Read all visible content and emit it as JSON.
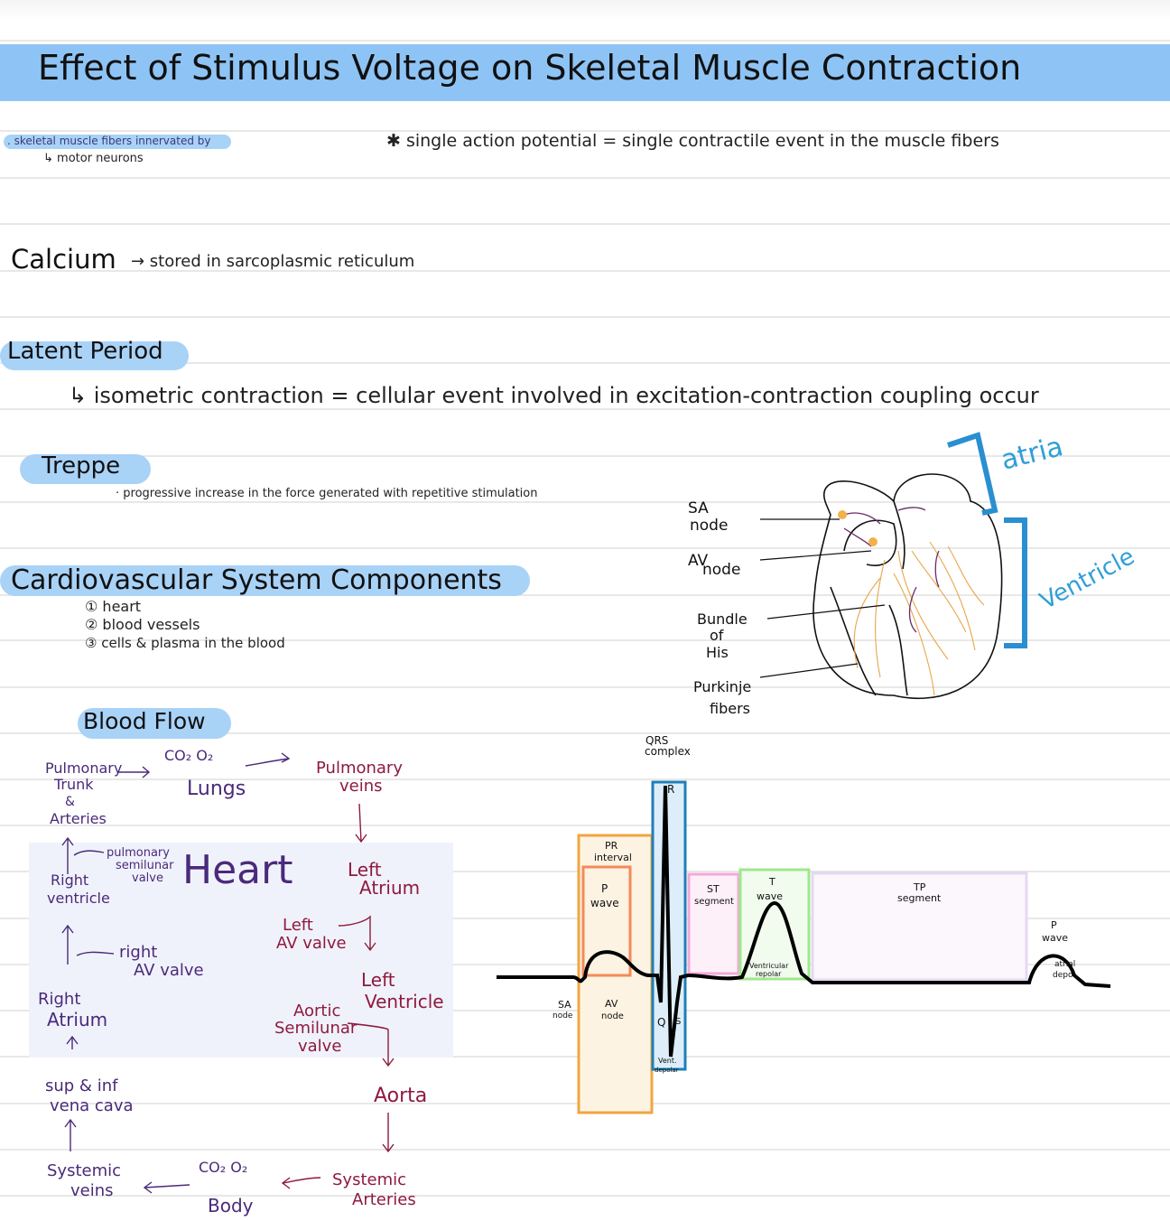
{
  "title": "Effect of Stimulus Voltage on Skeletal Muscle Contraction",
  "notes": {
    "skeletal_line1": ". skeletal muscle fibers innervated by",
    "skeletal_line2": "↳ motor neurons",
    "single_ap": "✱ single action potential = single contractile event in the muscle fibers",
    "calcium_head": "Calcium",
    "calcium_text": "→ stored in sarcoplasmic reticulum",
    "latent_head": "Latent Period",
    "latent_text": "↳ isometric contraction = cellular event involved in excitation-contraction coupling occur",
    "treppe_head": "Treppe",
    "treppe_text": "· progressive increase in the force generated with repetitive stimulation",
    "cv_head": "Cardiovascular System Components",
    "cv_items": [
      "① heart",
      "② blood vessels",
      "③ cells & plasma in the blood"
    ]
  },
  "heart_diagram": {
    "sa_node": [
      "SA",
      "node"
    ],
    "av_node": [
      "AV",
      "node"
    ],
    "bundle": [
      "Bundle",
      "of",
      "His"
    ],
    "purkinje": [
      "Purkinje",
      "fibers"
    ],
    "atria": "atria",
    "ventricle": "Ventricle"
  },
  "blood_flow": {
    "heading": "Blood Flow",
    "heart_label": "Heart",
    "pulm_trunk": [
      "Pulmonary",
      "Trunk",
      "&",
      "Arteries"
    ],
    "co2_o2_top": "CO₂  O₂",
    "lungs": "Lungs",
    "pulm_veins": [
      "Pulmonary",
      "veins"
    ],
    "pulm_valve": [
      "pulmonary",
      "semilunar",
      "valve"
    ],
    "right_ventricle": [
      "Right",
      "ventricle"
    ],
    "left_atrium": [
      "Left",
      "Atrium"
    ],
    "left_av": [
      "Left",
      "AV valve"
    ],
    "right_av": [
      "right",
      "AV valve"
    ],
    "right_atrium": [
      "Right",
      "Atrium"
    ],
    "left_ventricle": [
      "Left",
      "Ventricle"
    ],
    "aortic_valve": [
      "Aortic",
      "Semilunar",
      "valve"
    ],
    "aorta": "Aorta",
    "vena_cava": [
      "sup & inf",
      "vena cava"
    ],
    "systemic_veins": [
      "Systemic",
      "veins"
    ],
    "co2_o2_bottom": "CO₂  O₂",
    "body": "Body",
    "systemic_arteries": [
      "Systemic",
      "Arteries"
    ]
  },
  "ecg": {
    "qrs": [
      "QRS",
      "complex"
    ],
    "pr": [
      "PR",
      "interval"
    ],
    "p_wave": [
      "P",
      "wave"
    ],
    "st": [
      "ST",
      "segment"
    ],
    "t_wave": [
      "T",
      "wave"
    ],
    "tp": [
      "TP",
      "segment"
    ],
    "p_wave2": [
      "P",
      "wave"
    ],
    "sa_node": [
      "SA",
      "node"
    ],
    "av_node": [
      "AV",
      "node"
    ],
    "vent_repolar": [
      "Ventricular",
      "repolar"
    ],
    "atrial_depol": [
      "atrial",
      "depol."
    ],
    "vent_depol": [
      "Vent.",
      "depolar"
    ],
    "r": "R",
    "q": "Q",
    "s": "S"
  },
  "colors": {
    "highlight": "#a9d2f7",
    "title_band": "#8ec4f5",
    "purple_ink": "#4a2a7a",
    "red_ink": "#8e1a3e",
    "blue_ink": "#2f8fbf",
    "orange_box": "#f0a640",
    "blue_box": "#1f7fb8",
    "pink_box": "#f4a8d8",
    "green_box": "#9ee88c",
    "lavender_box": "#e6d8f4"
  }
}
